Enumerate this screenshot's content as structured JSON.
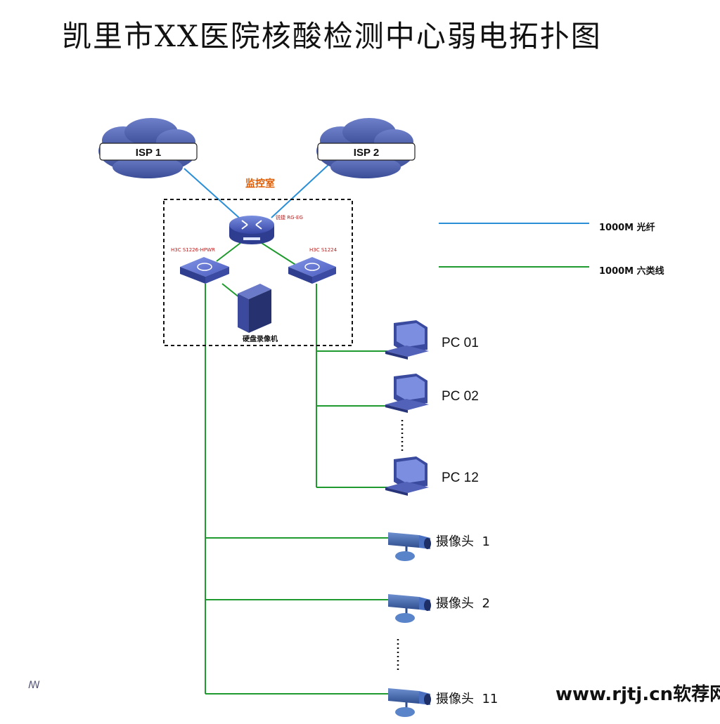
{
  "title": "凯里市XX医院核酸检测中心弱电拓扑图",
  "watermark": "www.rjtj.cn软荐网",
  "corner_mark": "ꟿ",
  "colors": {
    "fiber": "#2a8fd6",
    "cat6": "#1f9a2e",
    "room_label": "#e05a00",
    "device_label": "#c01818"
  },
  "isp": [
    {
      "label": "ISP 1"
    },
    {
      "label": "ISP 2"
    }
  ],
  "room": {
    "label": "监控室"
  },
  "router": {
    "label": "锐捷 RG-EG"
  },
  "switches": [
    {
      "label": "H3C S1226-HPWR"
    },
    {
      "label": "H3C S1224"
    }
  ],
  "nvr": {
    "label": "硬盘录像机"
  },
  "legend": [
    {
      "label": "1000M 光纤"
    },
    {
      "label": "1000M 六类线"
    }
  ],
  "pcs": [
    {
      "label": "PC 01"
    },
    {
      "label": "PC 02"
    },
    {
      "label": "PC 12"
    }
  ],
  "cameras": [
    {
      "label": "摄像头  1"
    },
    {
      "label": "摄像头  2"
    },
    {
      "label": "摄像头  11"
    }
  ]
}
